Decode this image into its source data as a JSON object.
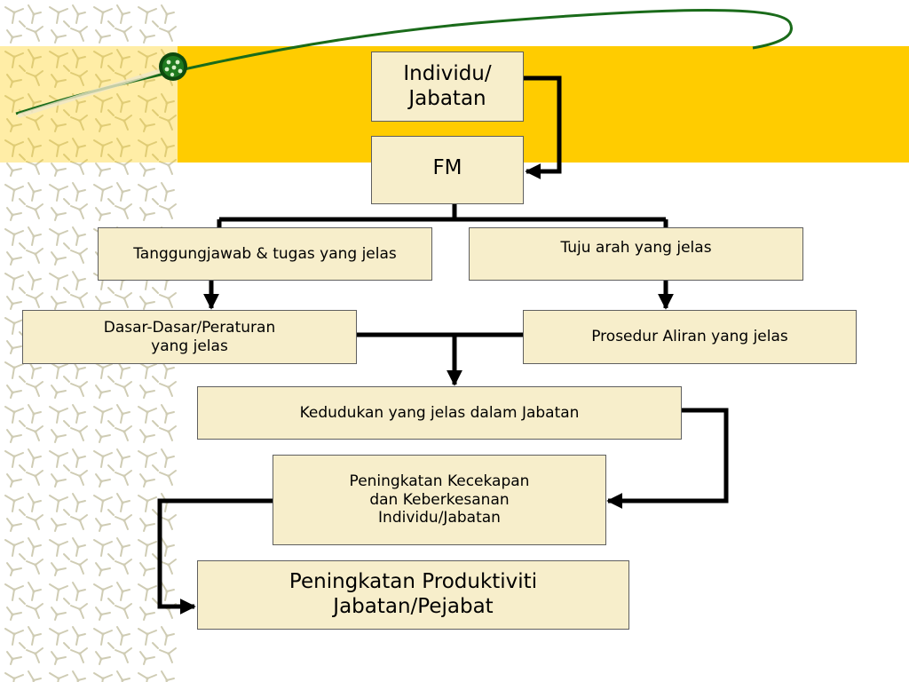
{
  "slide": {
    "colors": {
      "band": "#FFCC00",
      "box_fill": "#F7EECB",
      "box_border": "#5f5f5f",
      "connector": "#000000",
      "curve": "#1A6B1A",
      "pattern_lines": "#CFCCB4"
    },
    "decor": {
      "pattern": "molecule-pattern",
      "ornament": "green-bead-icon"
    },
    "diagram": {
      "individu_jabatan": "Individu/\nJabatan",
      "fm": "FM",
      "tanggungjawab": "Tanggungjawab & tugas yang jelas",
      "tuju_arah": "Tuju arah yang jelas",
      "dasar_peraturan": "Dasar-Dasar/Peraturan\nyang jelas",
      "prosedur": "Prosedur Aliran yang jelas",
      "kedudukan": "Kedudukan yang jelas dalam Jabatan",
      "peningkatan_kecekapan": "Peningkatan Kecekapan\ndan Keberkesanan\nIndividu/Jabatan",
      "peningkatan_produktiviti": "Peningkatan Produktiviti\nJabatan/Pejabat"
    }
  }
}
